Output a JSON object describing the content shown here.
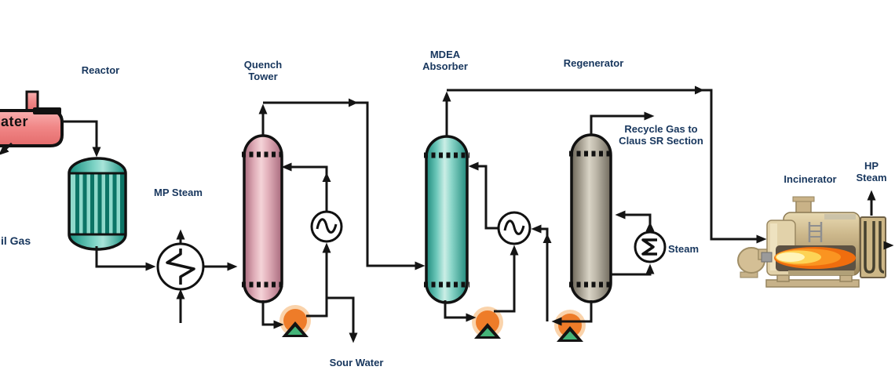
{
  "labels": {
    "heater_partial": "ater",
    "tail_gas_partial": "il Gas",
    "reactor": "Reactor",
    "mp_steam": "MP Steam",
    "quench_tower": [
      "Quench",
      "Tower"
    ],
    "mdea_absorber": [
      "MDEA",
      "Absorber"
    ],
    "regenerator": "Regenerator",
    "recycle_gas": [
      "Recycle Gas to",
      "Claus SR Section"
    ],
    "reboiler_steam": "Steam",
    "sour_water": "Sour Water",
    "incinerator": "Incinerator",
    "hp_steam": [
      "HP",
      "Steam"
    ]
  },
  "colors": {
    "label_text": "#17365d",
    "pipe_line": "#141414",
    "heater_vessel_red": "#f18888",
    "reactor_body_teal": "#8fd9cb",
    "reactor_stripe_teal": "#0c7466",
    "quench_tower_pink": "#e7b5c0",
    "mdea_absorber_teal": "#7fd0c3",
    "regenerator_gray": "#b4aea0",
    "pump_orange": "#ee7c29",
    "pump_triangle_green": "#44b478",
    "flame_orange": "#ef6d0e",
    "incinerator_tan": "#cdb88c"
  },
  "icons": {
    "heat_exchanger_icon": "circle with zigzag coil",
    "reboiler_icon": "circle with sigma coil",
    "pump_icon": "orange circle with green triangle",
    "flame_icon": "orange flame ellipses"
  }
}
